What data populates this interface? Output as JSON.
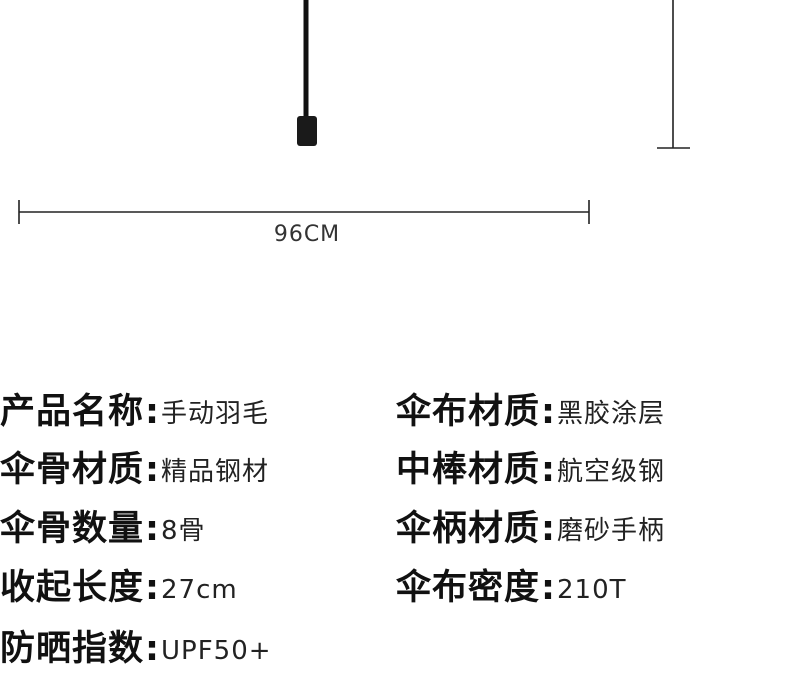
{
  "dimension": {
    "width_label": "96CM"
  },
  "specs": {
    "left": [
      {
        "key": "产品名称",
        "value": "手动羽毛"
      },
      {
        "key": "伞骨材质",
        "value": "精品钢材"
      },
      {
        "key": "伞骨数量",
        "value": "8骨"
      },
      {
        "key": "收起长度",
        "value": "27cm"
      },
      {
        "key": "防晒指数",
        "value": "UPF50+"
      }
    ],
    "right": [
      {
        "key": "伞布材质",
        "value": "黑胶涂层"
      },
      {
        "key": "中棒材质",
        "value": "航空级钢"
      },
      {
        "key": "伞柄材质",
        "value": "磨砂手柄"
      },
      {
        "key": "伞布密度",
        "value": "210T"
      }
    ],
    "colon": ":"
  }
}
